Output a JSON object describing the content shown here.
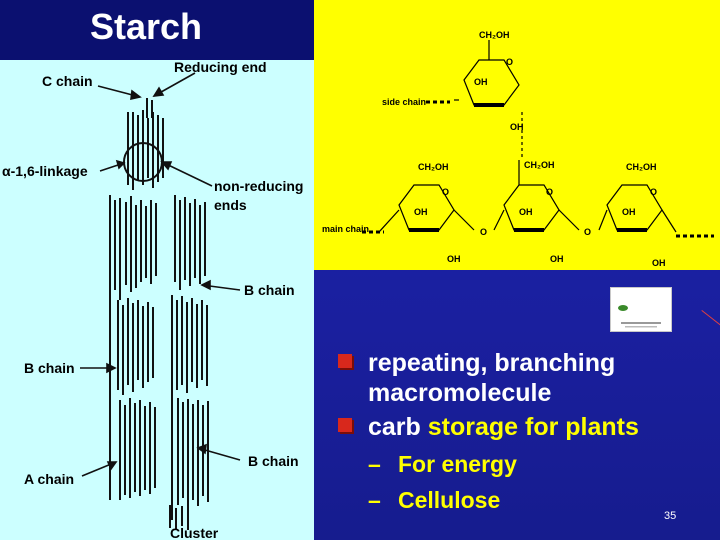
{
  "slide": {
    "title": "Starch",
    "page_number": "35"
  },
  "diagram": {
    "labels": {
      "c_chain": "C chain",
      "reducing_end": "Reducing end",
      "alpha_linkage": "α-1,6-linkage",
      "non_reducing_1": "non-reducing",
      "non_reducing_2": "ends",
      "b_chain_right_1": "B chain",
      "b_chain_left": "B chain",
      "b_chain_right_2": "B chain",
      "a_chain": "A chain",
      "cluster": "Cluster"
    }
  },
  "chemistry": {
    "side_chain": "side chain",
    "main_chain": "main chain",
    "ch2oh": "CH₂OH",
    "oh": "OH",
    "o": "O"
  },
  "bullets": [
    {
      "text": "repeating, branching macromolecule"
    },
    {
      "lead": "carb ",
      "highlight": "storage for plants"
    }
  ],
  "sub_bullets": [
    "For energy",
    "Cellulose"
  ],
  "colors": {
    "background": "#1a22a8",
    "title_bar": "#0b1070",
    "diagram_bg": "#ccffff",
    "chem_bg": "#ffff00",
    "highlight": "#ffff00",
    "bullet_mark": "#d8281c"
  }
}
